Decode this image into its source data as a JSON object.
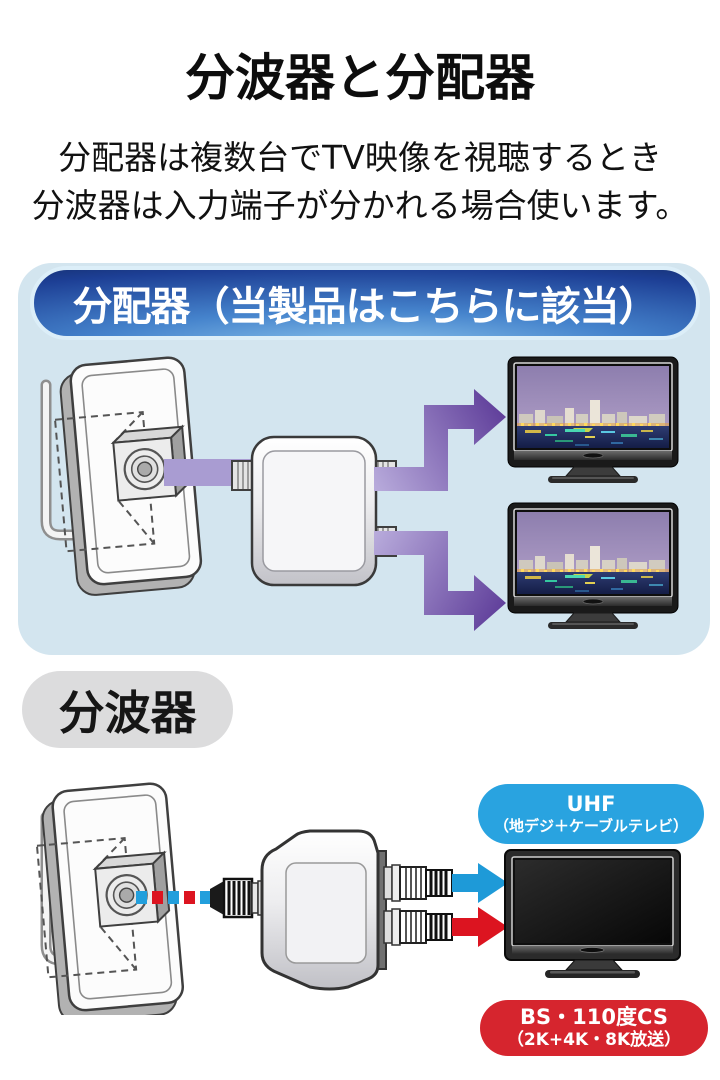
{
  "title": "分波器と分配器",
  "intro": {
    "line1": "分配器は複数台でTV映像を視聴するとき",
    "line2": "分波器は入力端子が分かれる場合使います。"
  },
  "distributor_section": {
    "header": "分配器（当製品はこちらに該当）"
  },
  "splitter_section": {
    "header": "分波器",
    "uhf_label": {
      "line1": "UHF",
      "line2": "（地デジ＋ケーブルテレビ）"
    },
    "bs_label": {
      "line1": "BS・110度CS",
      "line2": "（2K+4K・8K放送）"
    }
  },
  "colors": {
    "panel_bg": "#d3e5ef",
    "header_pill_dark_blue": "#122a63",
    "header_pill_mid_blue": "#4583cc",
    "header_pill_halo": "#dceef8",
    "gray_pill": "#dcdcdd",
    "uhf_pill_blue": "#29a3e0",
    "bs_pill_red": "#d6252e",
    "arrow_purple_light": "#b9acdc",
    "arrow_purple_dark": "#5f3e9a",
    "signal_band_purple": "#a99cd2",
    "arrow_blue": "#1e9ad8",
    "arrow_red": "#dc1420"
  }
}
